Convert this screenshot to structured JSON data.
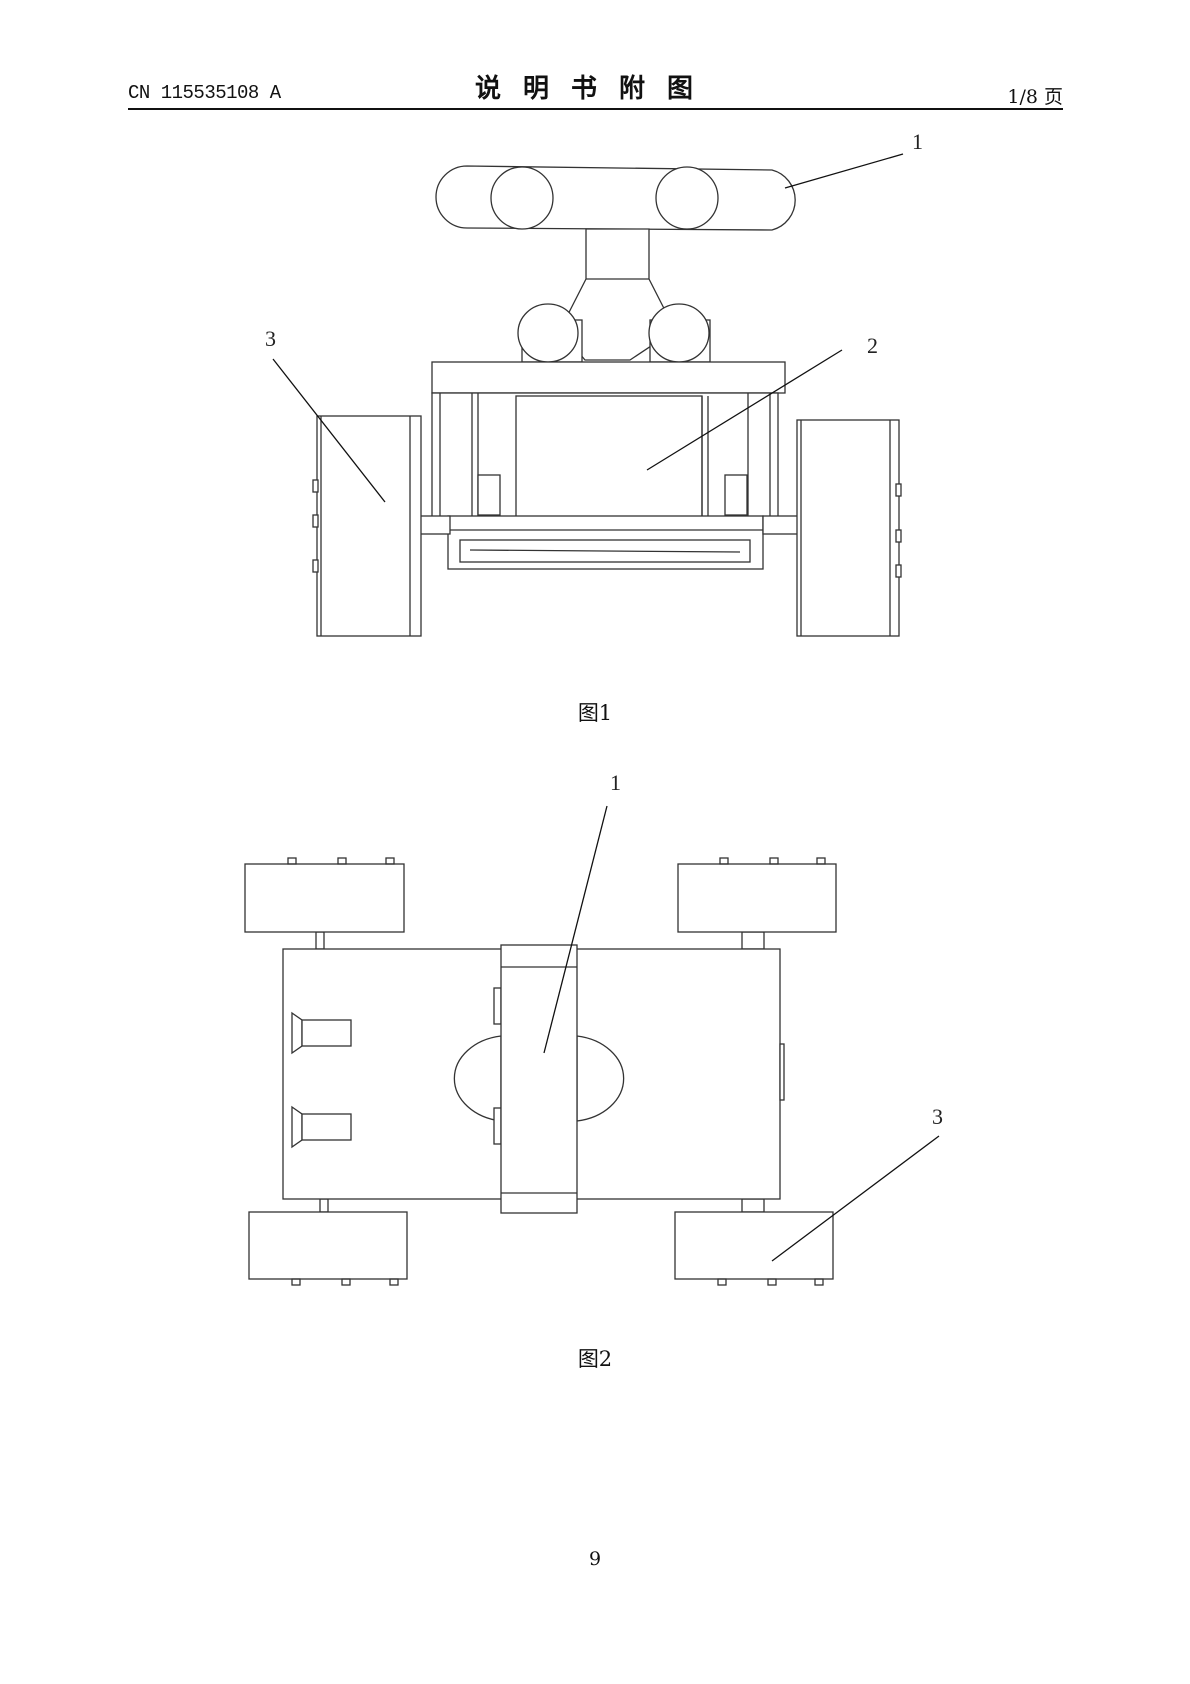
{
  "header": {
    "doc_number": "CN 115535108 A",
    "title": "说明书附图",
    "page_of": "1/8 页"
  },
  "figure1": {
    "caption": "图1",
    "labels": [
      "1",
      "2",
      "3"
    ]
  },
  "figure2": {
    "caption": "图2",
    "labels": [
      "1",
      "3"
    ]
  },
  "footer": {
    "page_number": "9"
  }
}
